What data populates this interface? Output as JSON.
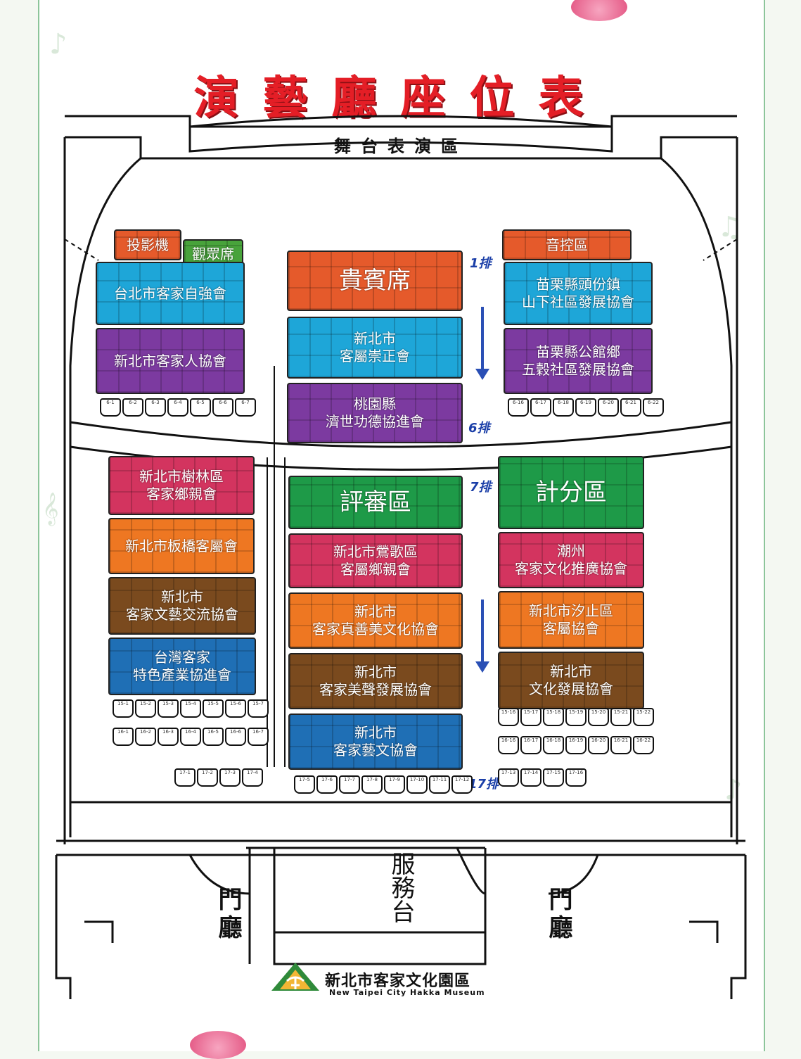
{
  "title": "演藝廳座位表",
  "stage": "舞台表演區",
  "colors": {
    "red_orange": "#e55a2b",
    "green": "#48a33b",
    "blue": "#1ea6d8",
    "purple": "#7c3aa0",
    "crimson": "#d3345f",
    "orange": "#ee7722",
    "brown": "#7a4a1e",
    "dark_blue": "#1f6fb5",
    "seat_green": "#1e9a48"
  },
  "blocks": {
    "projector": "投影機",
    "audience": "觀眾席",
    "sound": "音控區",
    "vip": "貴賓席",
    "taipei_hakka": "台北市客家自強會",
    "newtaipei_hakka_people": "新北市客家人協會",
    "miaoli_toufen_line1": "苗栗縣頭份鎮",
    "miaoli_toufen_line2": "山下社區發展協會",
    "miaoli_gongguan_line1": "苗栗縣公館鄉",
    "miaoli_gongguan_line2": "五穀社區發展協會",
    "chongzheng_line1": "新北市",
    "chongzheng_line2": "客屬崇正會",
    "taoyuan_line1": "桃園縣",
    "taoyuan_line2": "濟世功德協進會",
    "shulin_line1": "新北市樹林區",
    "shulin_line2": "客家鄉親會",
    "judges": "評審區",
    "scoring": "計分區",
    "banqiao": "新北市板橋客屬會",
    "yingge_line1": "新北市鶯歌區",
    "yingge_line2": "客屬鄉親會",
    "chaozhou_line1": "潮州",
    "chaozhou_line2": "客家文化推廣協會",
    "arts_exchange_line1": "新北市",
    "arts_exchange_line2": "客家文藝交流協會",
    "zhenshanmei_line1": "新北市",
    "zhenshanmei_line2": "客家真善美文化協會",
    "xizhi_line1": "新北市汐止區",
    "xizhi_line2": "客屬協會",
    "taiwan_industry_line1": "台灣客家",
    "taiwan_industry_line2": "特色產業協進會",
    "meisheng_line1": "新北市",
    "meisheng_line2": "客家美聲發展協會",
    "culture_dev_line1": "新北市",
    "culture_dev_line2": "文化發展協會",
    "hakka_arts_line1": "新北市",
    "hakka_arts_line2": "客家藝文協會"
  },
  "rows": {
    "row1": "1排",
    "row6": "6排",
    "row7": "7排",
    "row17": "17排"
  },
  "seat_rows": {
    "row6_left": [
      "6-1",
      "6-2",
      "6-3",
      "6-4",
      "6-5",
      "6-6",
      "6-7"
    ],
    "row6_right": [
      "6-16",
      "6-17",
      "6-18",
      "6-19",
      "6-20",
      "6-21",
      "6-22"
    ],
    "row15_left": [
      "15-1",
      "15-2",
      "15-3",
      "15-4",
      "15-5",
      "15-6",
      "15-7"
    ],
    "row15_right": [
      "15-16",
      "15-17",
      "15-18",
      "15-19",
      "15-20",
      "15-21",
      "15-22"
    ],
    "row16_left": [
      "16-1",
      "16-2",
      "16-3",
      "16-4",
      "16-5",
      "16-6",
      "16-7"
    ],
    "row16_right": [
      "16-16",
      "16-17",
      "16-18",
      "16-19",
      "16-20",
      "16-21",
      "16-22"
    ],
    "row17_left": [
      "17-1",
      "17-2",
      "17-3",
      "17-4"
    ],
    "row17_center": [
      "17-5",
      "17-6",
      "17-7",
      "17-8",
      "17-9",
      "17-10",
      "17-11",
      "17-12"
    ],
    "row17_right": [
      "17-13",
      "17-14",
      "17-15",
      "17-16"
    ]
  },
  "lobby": "門廳",
  "service_desk": "服務台",
  "logo": {
    "name_cn": "新北市客家文化園區",
    "name_en": "New Taipei City Hakka Museum"
  }
}
